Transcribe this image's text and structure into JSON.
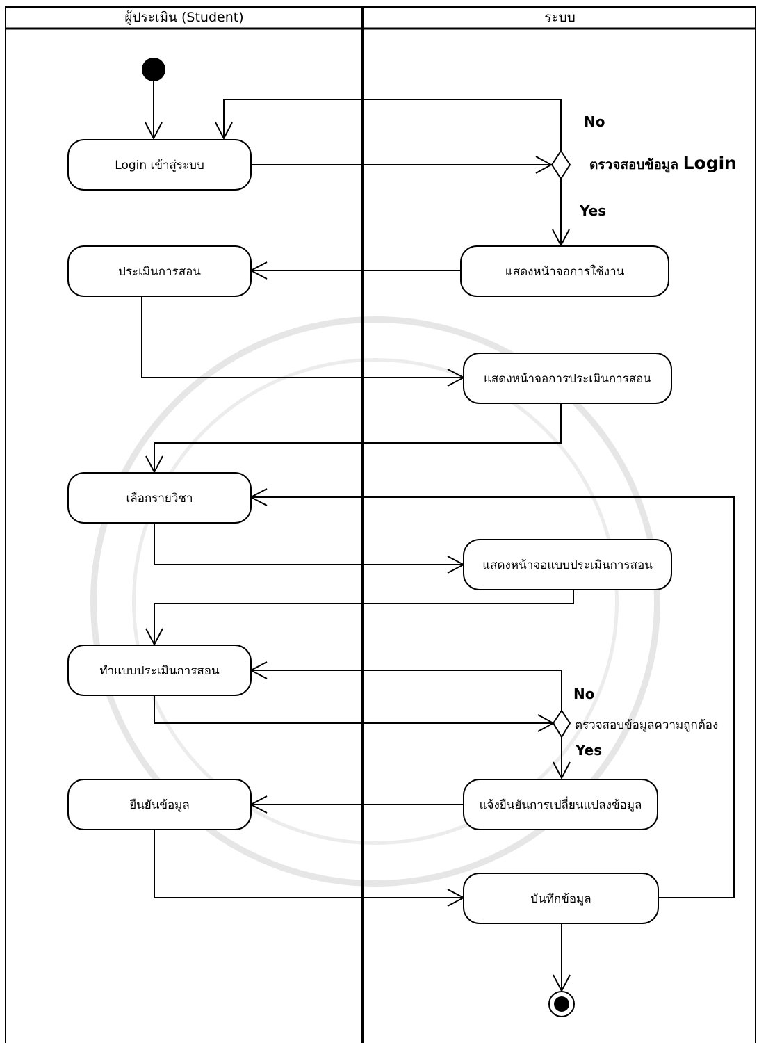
{
  "lanes": {
    "left": "ผู้ประเมิน (Student)",
    "right": "ระบบ"
  },
  "nodes": {
    "login": "Login เข้าสู่ระบบ",
    "evaluate": "ประเมินการสอน",
    "show_main": "แสดงหน้าจอการใช้งาน",
    "show_eval": "แสดงหน้าจอการประเมินการสอน",
    "choose_subject": "เลือกรายวิชา",
    "show_form": "แสดงหน้าจอแบบประเมินการสอน",
    "do_form": "ทำแบบประเมินการสอน",
    "confirm": "ยืนยันข้อมูล",
    "notify_change": "แจ้งยืนยันการเปลี่ยนแปลงข้อมูล",
    "save": "บันทึกข้อมูล"
  },
  "decisions": {
    "check_login": "ตรวจสอบข้อมูล",
    "check_login_suffix": "Login",
    "check_correct": "ตรวจสอบข้อมูลความถูกต้อง"
  },
  "guards": {
    "no1": "No",
    "yes1": "Yes",
    "no2": "No",
    "yes2": "Yes"
  }
}
